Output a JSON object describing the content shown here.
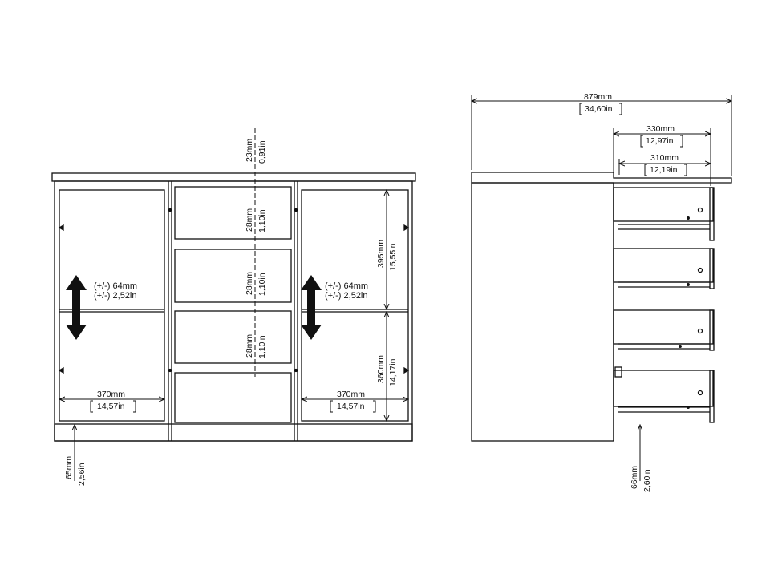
{
  "front_view": {
    "top_gap_mm": "23mm",
    "top_gap_in": "0,91in",
    "drawer_gap_1_mm": "28mm",
    "drawer_gap_1_in": "1,10in",
    "drawer_gap_2_mm": "28mm",
    "drawer_gap_2_in": "1,10in",
    "drawer_gap_3_mm": "28mm",
    "drawer_gap_3_in": "1,10in",
    "shelf_upper_mm": "395mm",
    "shelf_upper_in": "15,55in",
    "shelf_lower_mm": "360mm",
    "shelf_lower_in": "14,17in",
    "shelf_adjust_left_mm": "(+/-) 64mm",
    "shelf_adjust_left_in": "(+/-) 2,52in",
    "shelf_adjust_right_mm": "(+/-) 64mm",
    "shelf_adjust_right_in": "(+/-) 2,52in",
    "left_width_mm": "370mm",
    "left_width_in": "14,57in",
    "right_width_mm": "370mm",
    "right_width_in": "14,57in",
    "leg_mm": "65mm",
    "leg_in": "2,56in"
  },
  "side_view": {
    "depth_mm": "879mm",
    "depth_in": "34,60in",
    "drawer_outer_mm": "330mm",
    "drawer_outer_in": "12,97in",
    "drawer_inner_mm": "310mm",
    "drawer_inner_in": "12,19in",
    "leg_mm": "66mm",
    "leg_in": "2,60in"
  }
}
